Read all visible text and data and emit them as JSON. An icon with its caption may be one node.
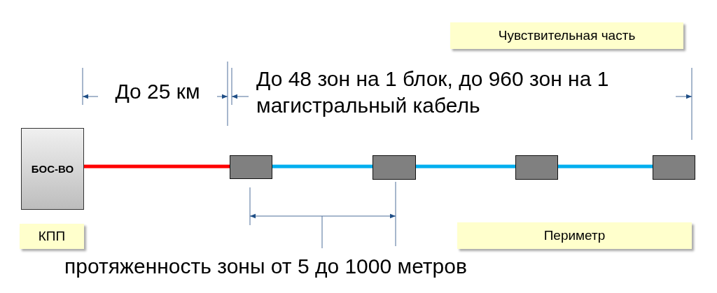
{
  "diagram": {
    "nodes": [
      {
        "text": [
          "Чувствительная часть"
        ]
      },
      {
        "text": [
          "БОС-ВО"
        ]
      },
      {
        "text": [],
        "shape": "box"
      },
      {
        "text": [],
        "shape": "box"
      },
      {
        "text": [],
        "shape": "box"
      },
      {
        "text": [],
        "shape": "box"
      },
      {
        "text": [
          "КПП"
        ]
      },
      {
        "text": [
          "Периметр"
        ]
      }
    ],
    "edges": [
      {
        "from": 1,
        "to": 2,
        "arrow": "none",
        "color": "#ff0000"
      },
      {
        "from": 2,
        "to": 3,
        "arrow": "none"
      },
      {
        "from": 3,
        "to": 4,
        "arrow": "none"
      },
      {
        "from": 4,
        "to": 5,
        "arrow": "none"
      }
    ],
    "labels": [
      "До 25 км",
      "До 48 зон на 1 блок, до 960 зон на 1 магистральный кабель",
      "протяженность зоны от 5 до 1000 метров"
    ]
  }
}
